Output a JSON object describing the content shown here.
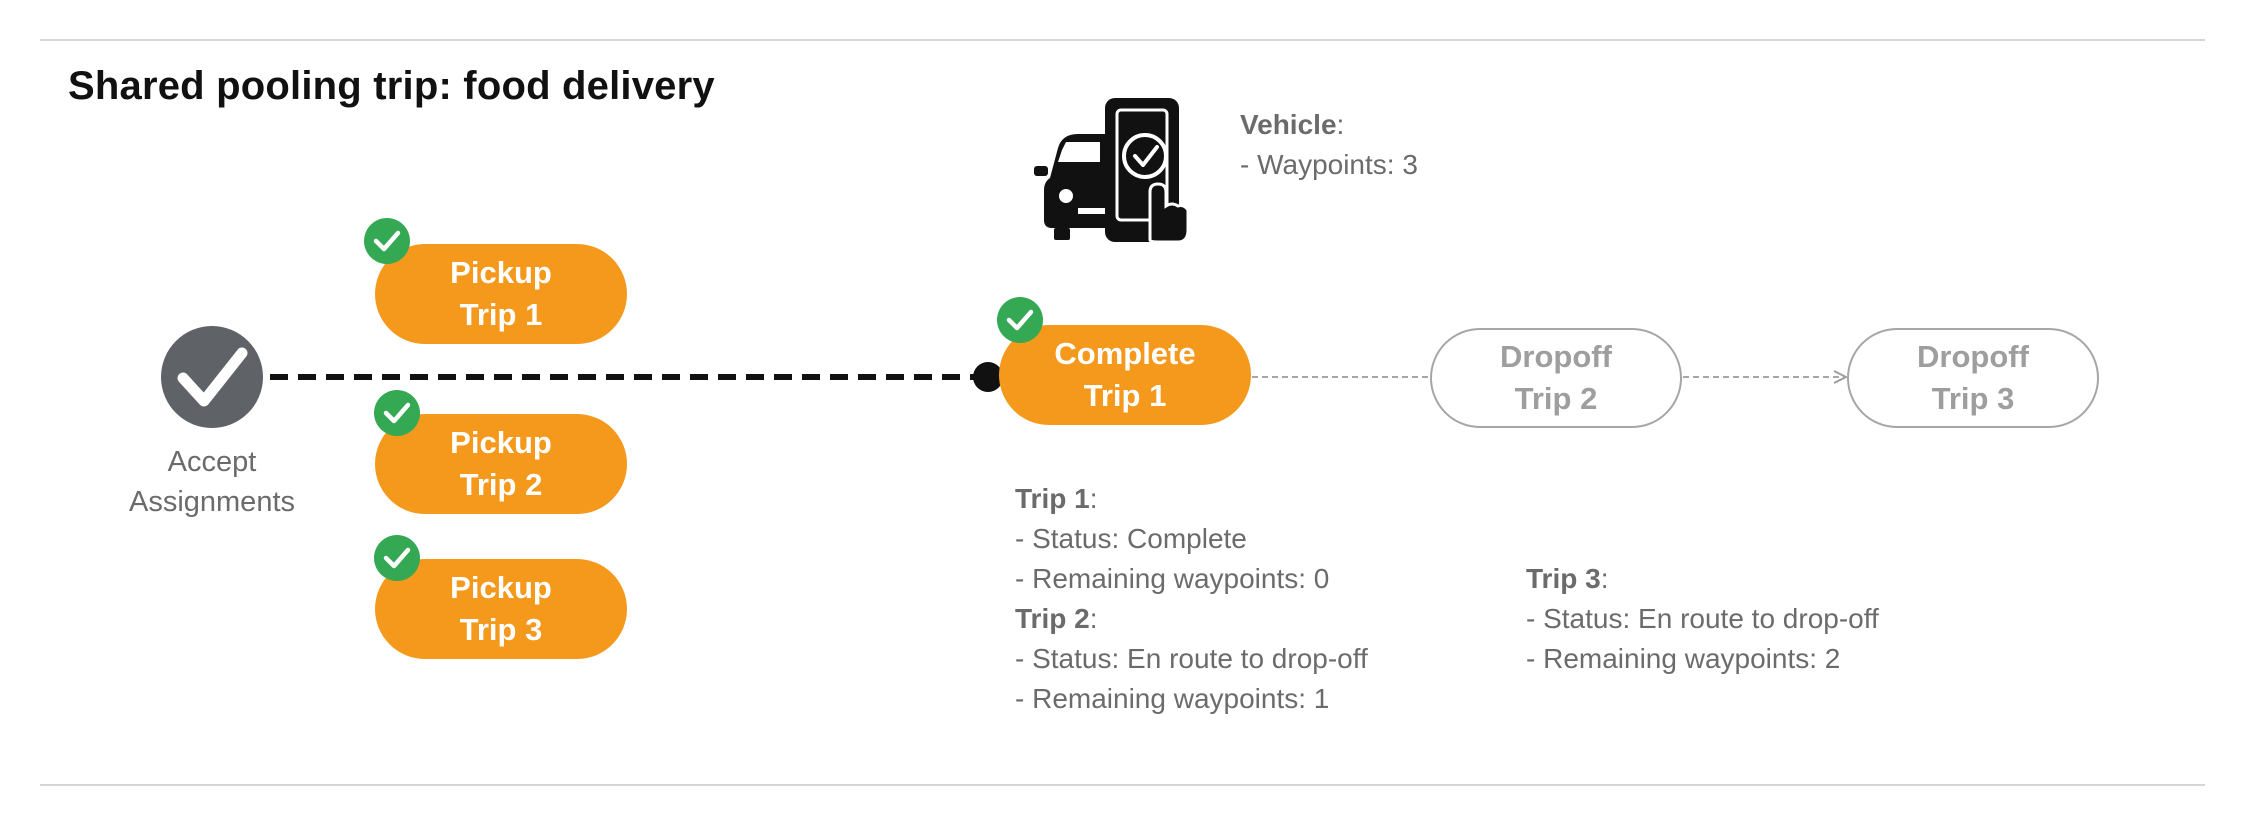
{
  "title": "Shared pooling trip: food delivery",
  "accept": {
    "line1": "Accept",
    "line2": "Assignments"
  },
  "pickups": [
    {
      "line1": "Pickup",
      "line2": "Trip 1"
    },
    {
      "line1": "Pickup",
      "line2": "Trip 2"
    },
    {
      "line1": "Pickup",
      "line2": "Trip 3"
    }
  ],
  "complete": {
    "line1": "Complete",
    "line2": "Trip 1"
  },
  "dropoff2": {
    "line1": "Dropoff",
    "line2": "Trip 2"
  },
  "dropoff3": {
    "line1": "Dropoff",
    "line2": "Trip 3"
  },
  "vehicle": {
    "label": "Vehicle",
    "colon": ":",
    "waypoints": "- Waypoints: 3"
  },
  "trip1": {
    "label": "Trip 1",
    "colon": ":",
    "status": "- Status:  Complete",
    "remaining": "- Remaining waypoints: 0"
  },
  "trip2": {
    "label": "Trip 2",
    "colon": ":",
    "status": "- Status:  En route to drop-off",
    "remaining": "- Remaining waypoints: 1"
  },
  "trip3": {
    "label": "Trip 3",
    "colon": ":",
    "status": "- Status:  En route to drop-off",
    "remaining": "- Remaining waypoints: 2"
  },
  "icons": {
    "accept": "check-circle-icon",
    "done": "check-badge-icon",
    "vehicle": "car-phone-check-icon"
  },
  "colors": {
    "orange": "#f5991d",
    "green": "#34a853",
    "dark_gray": "#5f6368",
    "outline_gray": "#a6a6a6"
  }
}
